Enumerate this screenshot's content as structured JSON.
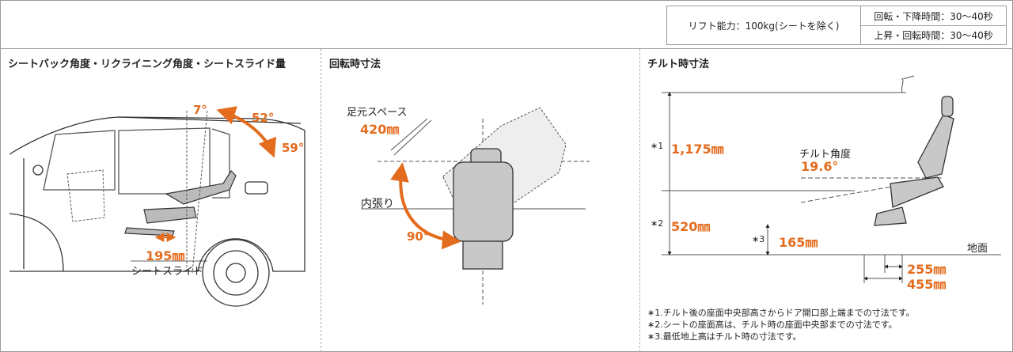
{
  "spec": {
    "lift": "リフト能力：100kg(シートを除く)",
    "down": "回転・下降時間：30〜40秒",
    "up": "上昇・回転時間：30〜40秒"
  },
  "panels": {
    "p1": {
      "title": "シートバック角度・リクライニング角度・シートスライド量",
      "a7": "7°",
      "a52": "52°",
      "a59": "59°",
      "slide_val": "195㎜",
      "slide_label": "シートスライド"
    },
    "p2": {
      "title": "回転時寸法",
      "foot_label": "足元スペース",
      "foot_val": "420㎜",
      "trim_label": "内張り",
      "angle": "90°"
    },
    "p3": {
      "title": "チルト時寸法",
      "n1": "∗1",
      "v1": "1,175㎜",
      "n2": "∗2",
      "v2": "520㎜",
      "n3": "∗3",
      "v3": "165㎜",
      "tilt_label": "チルト角度",
      "tilt_val": "19.6°",
      "ground": "地面",
      "v255": "255㎜",
      "v455": "455㎜",
      "notes": [
        "∗1.チルト後の座面中央部高さからドア開口部上端までの寸法です。",
        "∗2.シートの座面高は、チルト時の座面中央部までの寸法です。",
        "∗3.最低地上高はチルト時の寸法です。"
      ]
    }
  }
}
